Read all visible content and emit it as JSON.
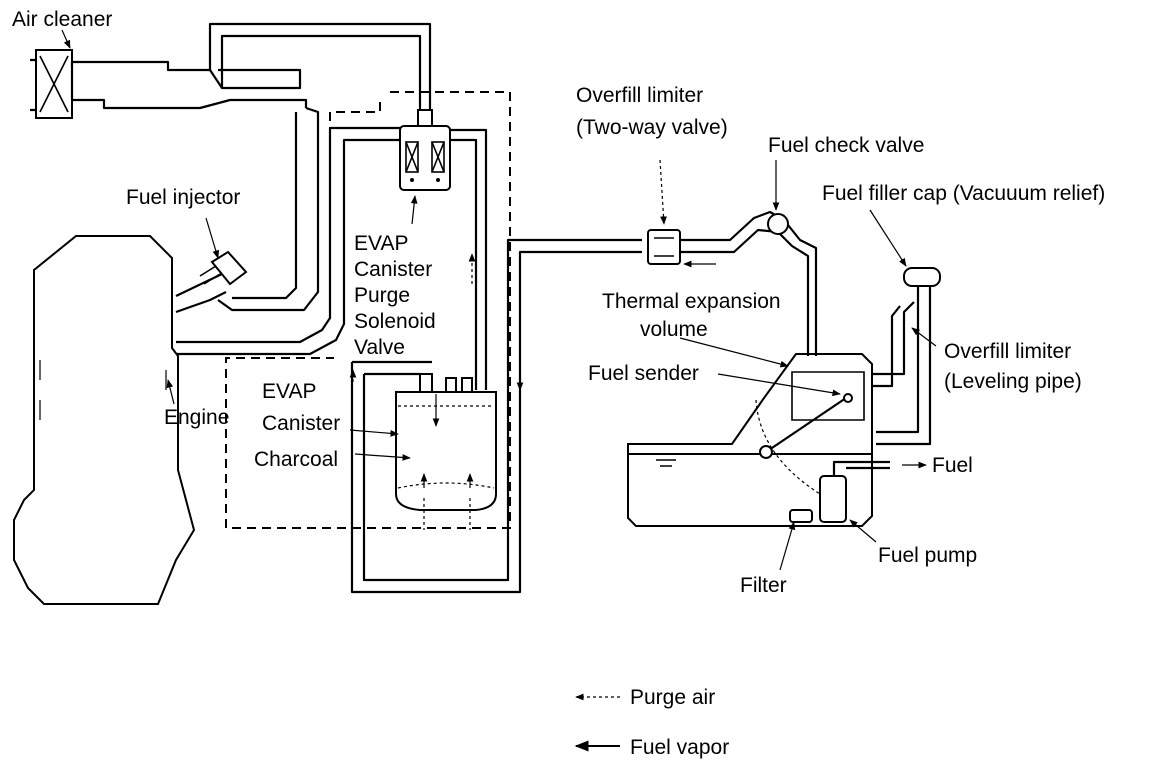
{
  "labels": {
    "air_cleaner": "Air cleaner",
    "fuel_injector": "Fuel injector",
    "evap_purge_valve": [
      "EVAP",
      "Canister",
      "Purge",
      "Solenoid",
      "Valve"
    ],
    "engine": "Engine",
    "evap_canister": [
      "EVAP",
      "Canister"
    ],
    "charcoal": "Charcoal",
    "overfill_limiter_two_way": [
      "Overfill limiter",
      "(Two-way valve)"
    ],
    "fuel_check_valve": "Fuel check valve",
    "fuel_filler_cap": "Fuel filler cap (Vacuuum relief)",
    "thermal_expansion_volume": [
      "Thermal expansion",
      "volume"
    ],
    "overfill_limiter_leveling": [
      "Overfill limiter",
      "(Leveling pipe)"
    ],
    "fuel_sender": "Fuel sender",
    "fuel": "Fuel",
    "fuel_pump": "Fuel pump",
    "filter": "Filter"
  },
  "legend": {
    "purge_air": "Purge air",
    "fuel_vapor": "Fuel vapor"
  },
  "colors": {
    "line": "#000000",
    "background": "#ffffff"
  }
}
